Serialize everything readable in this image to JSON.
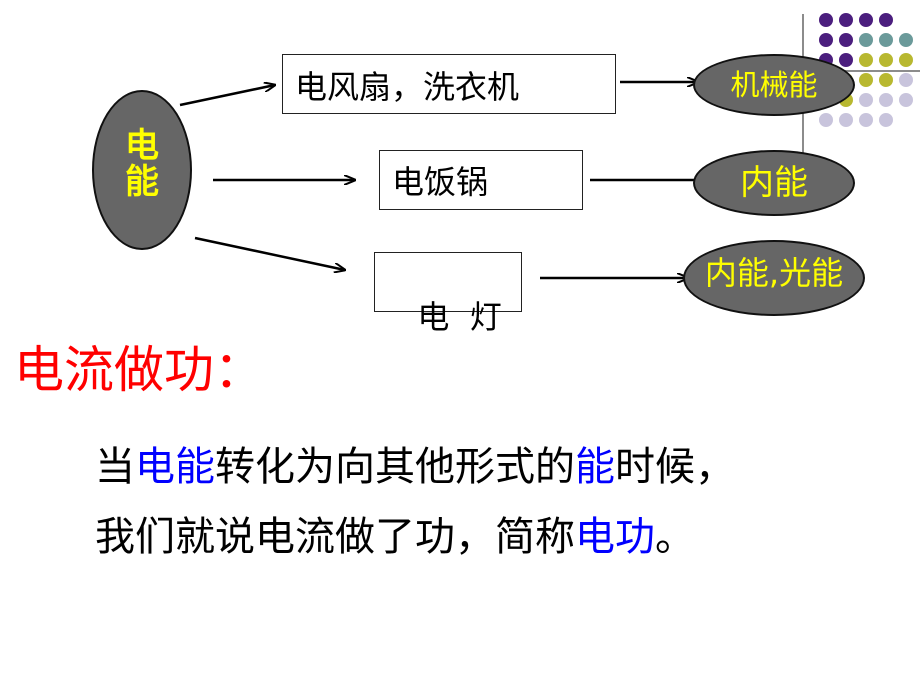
{
  "diagram": {
    "source": {
      "label": "电能"
    },
    "devices": [
      {
        "label": "电风扇，洗衣机",
        "result": "机械能"
      },
      {
        "label": "电饭锅",
        "result": "内能"
      },
      {
        "label": "电  灯",
        "result": "内能,光能"
      }
    ]
  },
  "title": "电流做功：",
  "paragraph": {
    "line1": {
      "before": "当",
      "term1": "电能",
      "middle": "转化为向其他形式的",
      "term2": "能",
      "after": "时候，"
    },
    "line2": {
      "before": "我们就说电流做了功，简称",
      "term": "电功",
      "after": "。"
    }
  },
  "colors": {
    "title": "#ff0000",
    "highlight": "#0000ff",
    "ellipse_fill": "#666666",
    "ellipse_text": "#ffff00",
    "dot_purple": "#4b1e7e",
    "dot_teal": "#6b9a9a",
    "dot_olive": "#b8b830",
    "dot_lavender": "#c8c4dc"
  }
}
